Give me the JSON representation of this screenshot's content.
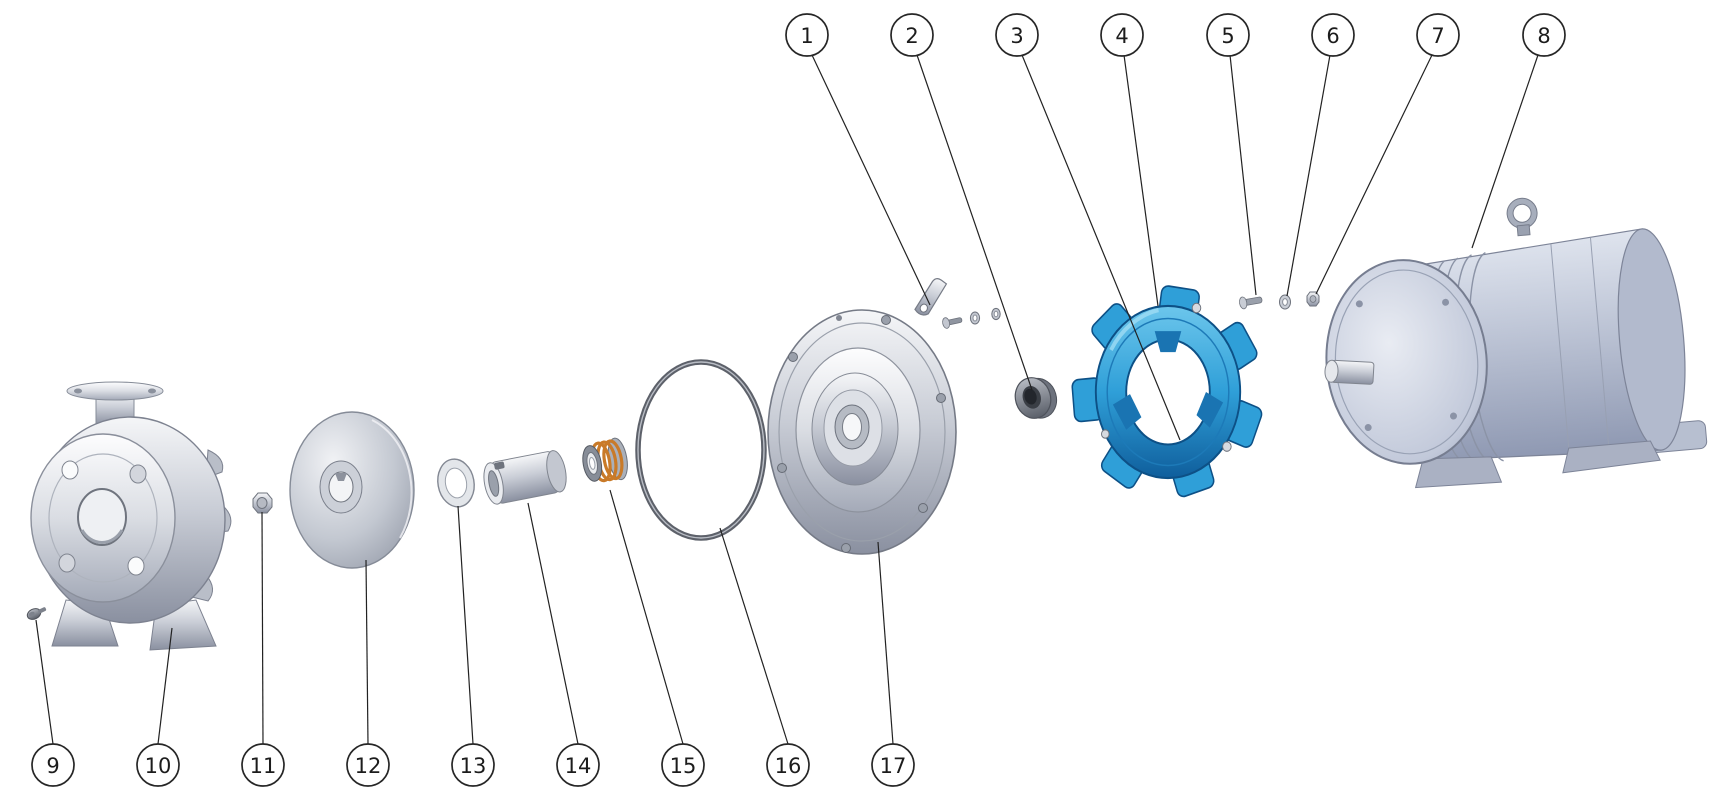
{
  "diagram": {
    "type": "exploded-assembly-pump",
    "callouts": [
      {
        "label": "1"
      },
      {
        "label": "2"
      },
      {
        "label": "3"
      },
      {
        "label": "4"
      },
      {
        "label": "5"
      },
      {
        "label": "6"
      },
      {
        "label": "7"
      },
      {
        "label": "8"
      },
      {
        "label": "9"
      },
      {
        "label": "10"
      },
      {
        "label": "11"
      },
      {
        "label": "12"
      },
      {
        "label": "13"
      },
      {
        "label": "14"
      },
      {
        "label": "15"
      },
      {
        "label": "16"
      },
      {
        "label": "17"
      }
    ],
    "colors": {
      "background": "#ffffff",
      "line": "#222222",
      "coupling_blue": "#2f9fd8",
      "coupling_blue_dark": "#0d5086",
      "seal_orange": "#c97a28",
      "metal_light": "#d9dce2",
      "metal_mid": "#b9bdc7",
      "metal_dark": "#868c9a",
      "motor_body": "#c3cada"
    }
  }
}
